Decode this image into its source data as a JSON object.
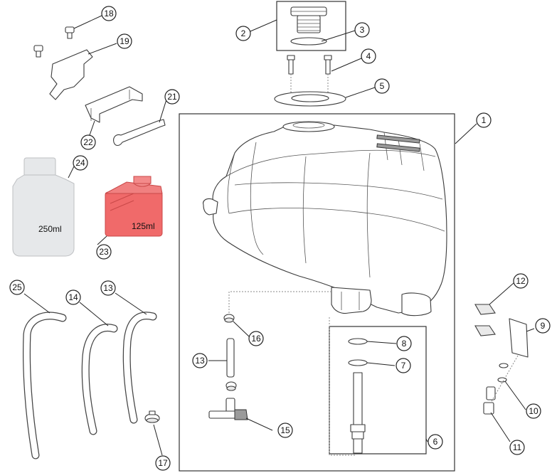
{
  "callouts": [
    {
      "id": "1",
      "label": "1"
    },
    {
      "id": "2",
      "label": "2"
    },
    {
      "id": "3",
      "label": "3"
    },
    {
      "id": "4",
      "label": "4"
    },
    {
      "id": "5",
      "label": "5"
    },
    {
      "id": "6",
      "label": "6"
    },
    {
      "id": "7",
      "label": "7"
    },
    {
      "id": "8",
      "label": "8"
    },
    {
      "id": "9",
      "label": "9"
    },
    {
      "id": "10",
      "label": "10"
    },
    {
      "id": "11",
      "label": "11"
    },
    {
      "id": "12",
      "label": "12"
    },
    {
      "id": "13a",
      "label": "13"
    },
    {
      "id": "13b",
      "label": "13"
    },
    {
      "id": "14",
      "label": "14"
    },
    {
      "id": "15",
      "label": "15"
    },
    {
      "id": "16",
      "label": "16"
    },
    {
      "id": "17",
      "label": "17"
    },
    {
      "id": "18",
      "label": "18"
    },
    {
      "id": "19",
      "label": "19"
    },
    {
      "id": "21",
      "label": "21"
    },
    {
      "id": "22",
      "label": "22"
    },
    {
      "id": "23",
      "label": "23"
    },
    {
      "id": "24",
      "label": "24"
    },
    {
      "id": "25",
      "label": "25"
    }
  ],
  "containers": {
    "bottle_large": {
      "capacity": "250ml"
    },
    "bottle_small": {
      "capacity": "125ml"
    }
  },
  "colors": {
    "highlight": "#f06a6a",
    "highlight_dark": "#c94848",
    "bottle": "#e6e8ea"
  }
}
